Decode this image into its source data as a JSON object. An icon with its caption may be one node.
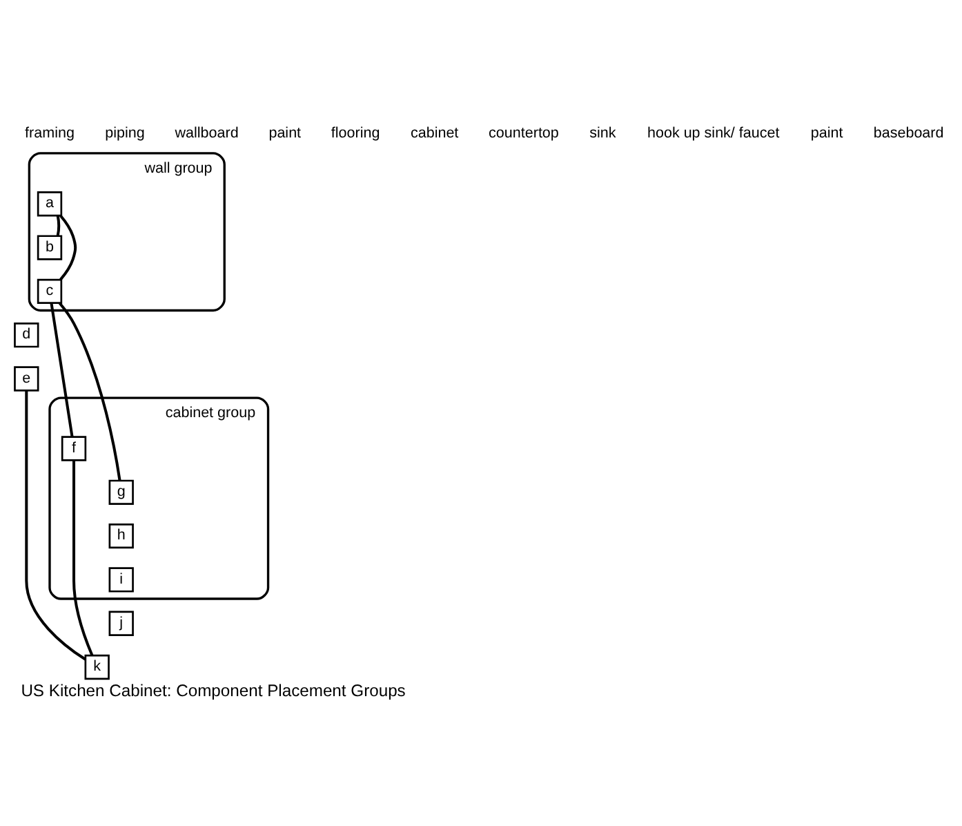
{
  "diagram": {
    "title": "US Kitchen Cabinet: Component Placement Groups",
    "nodes": [
      {
        "text": [
          "wall group"
        ]
      },
      {
        "text": [
          "a"
        ],
        "in": 0
      },
      {
        "text": [
          "b"
        ],
        "in": 0
      },
      {
        "text": [
          "c"
        ],
        "in": 0
      },
      {
        "text": [
          "d"
        ]
      },
      {
        "text": [
          "e"
        ]
      },
      {
        "text": [
          "cabinet group"
        ]
      },
      {
        "text": [
          "f"
        ],
        "in": 6
      },
      {
        "text": [
          "g"
        ],
        "in": 6
      },
      {
        "text": [
          "h"
        ],
        "in": 6
      },
      {
        "text": [
          "i"
        ],
        "in": 6
      },
      {
        "text": [
          "j"
        ]
      },
      {
        "text": [
          "k"
        ]
      }
    ],
    "edges": [
      {
        "from": 1,
        "to": 2,
        "arrow": "none"
      },
      {
        "from": 1,
        "to": 3,
        "arrow": "none"
      },
      {
        "from": 3,
        "to": 8,
        "arrow": "none"
      },
      {
        "from": 3,
        "to": 7,
        "arrow": "none"
      },
      {
        "from": 5,
        "to": 12,
        "arrow": "none"
      },
      {
        "from": 7,
        "to": 12,
        "arrow": "none"
      }
    ],
    "labels": [
      "framing",
      "piping",
      "wallboard",
      "paint",
      "flooring",
      "cabinet",
      "countertop",
      "sink",
      "hook up sink/ faucet",
      "paint",
      "baseboard"
    ]
  }
}
